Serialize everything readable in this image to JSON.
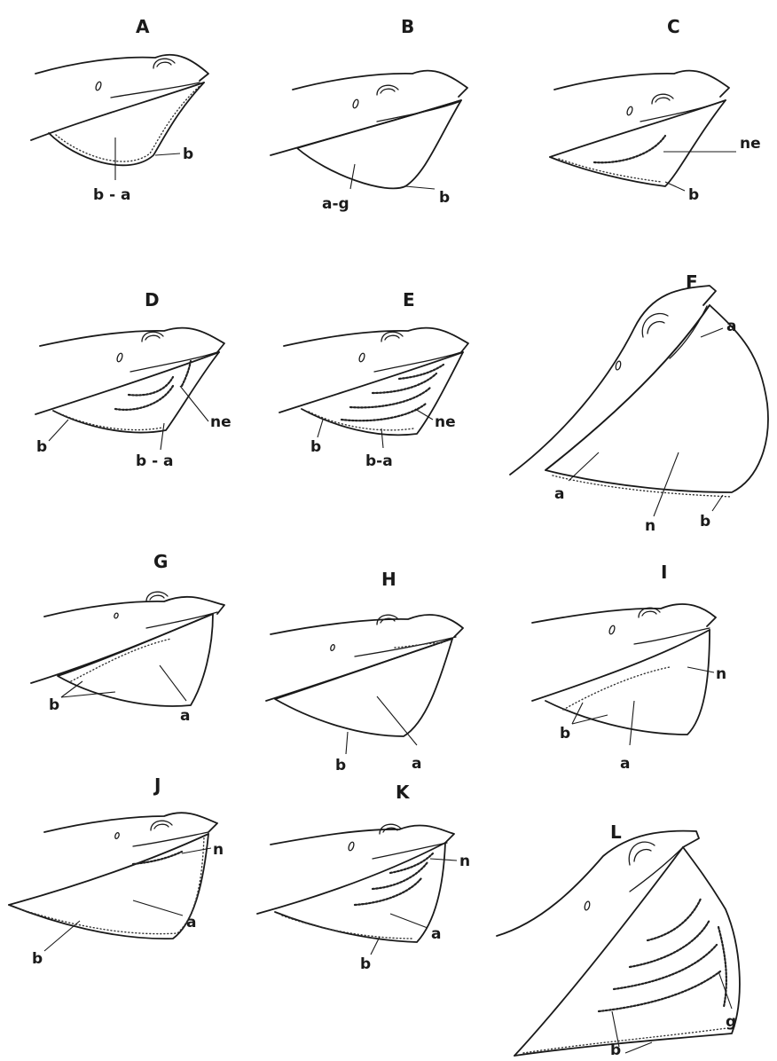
{
  "panels": [
    {
      "letter": "A",
      "labels": [
        "b",
        "b - a"
      ]
    },
    {
      "letter": "B",
      "labels": [
        "a-g",
        "b"
      ]
    },
    {
      "letter": "C",
      "labels": [
        "ne",
        "b"
      ]
    },
    {
      "letter": "D",
      "labels": [
        "ne",
        "b",
        "b - a"
      ]
    },
    {
      "letter": "E",
      "labels": [
        "ne",
        "b",
        "b-a"
      ]
    },
    {
      "letter": "F",
      "labels": [
        "a",
        "a",
        "n",
        "b"
      ]
    },
    {
      "letter": "G",
      "labels": [
        "b",
        "a"
      ]
    },
    {
      "letter": "H",
      "labels": [
        "b",
        "a"
      ]
    },
    {
      "letter": "I",
      "labels": [
        "n",
        "b",
        "a"
      ]
    },
    {
      "letter": "J",
      "labels": [
        "n",
        "b",
        "a"
      ]
    },
    {
      "letter": "K",
      "labels": [
        "n",
        "b",
        "a"
      ]
    },
    {
      "letter": "L",
      "labels": [
        "g",
        "b"
      ]
    }
  ],
  "colors": {
    "ink": "#1a1a1a",
    "background": "#ffffff"
  }
}
